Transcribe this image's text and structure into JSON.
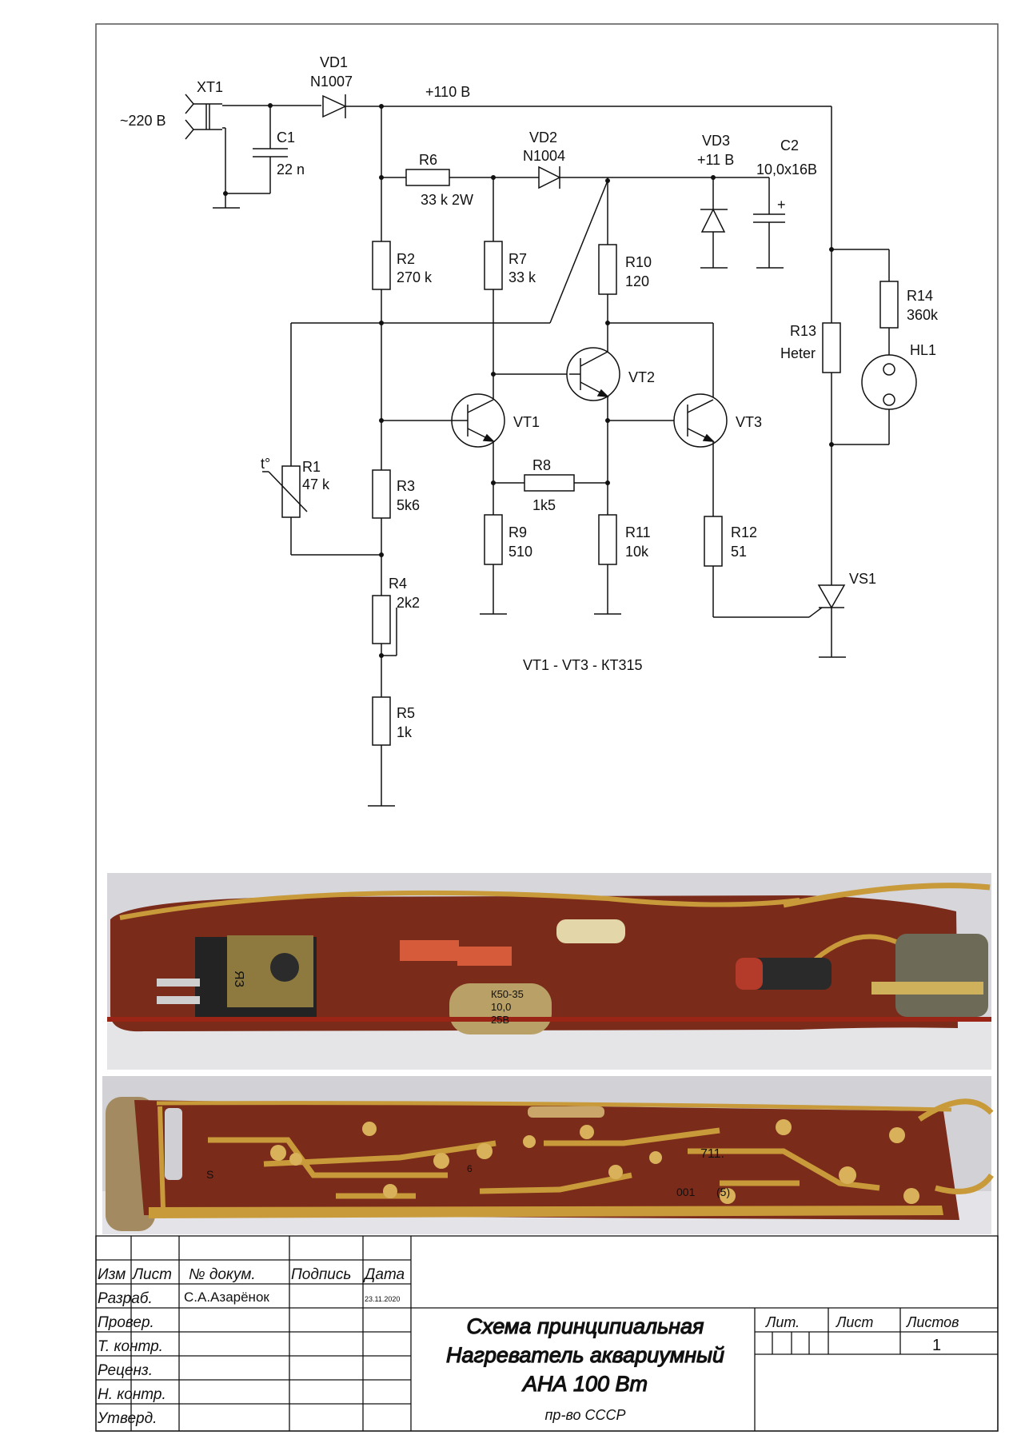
{
  "labels": {
    "xt1": "XT1",
    "mains": "~220 В",
    "c1": "C1",
    "c1_val": "22 n",
    "vd1": "VD1",
    "vd1_part": "N1007",
    "bus": "+110 В",
    "r6": "R6",
    "r6_val": "33 k 2W",
    "vd2": "VD2",
    "vd2_part": "N1004",
    "vd3": "VD3",
    "vd3_val": "+11 В",
    "c2": "C2",
    "c2_val": "10,0x16В",
    "plus": "+",
    "r2": "R2",
    "r2_val": "270 k",
    "r7": "R7",
    "r7_val": "33 k",
    "r10": "R10",
    "r10_val": "120",
    "r14": "R14",
    "r14_val": "360k",
    "r13": "R13",
    "r13_val": "Heter",
    "hl1": "HL1",
    "vt1": "VT1",
    "vt2": "VT2",
    "vt3": "VT3",
    "r1": "R1",
    "r1_val": "47 k",
    "r1_t": "t°",
    "r3": "R3",
    "r3_val": "5k6",
    "r8": "R8",
    "r8_val": "1k5",
    "r9": "R9",
    "r9_val": "510",
    "r11": "R11",
    "r11_val": "10k",
    "r12": "R12",
    "r12_val": "51",
    "vs1": "VS1",
    "r4": "R4",
    "r4_val": "2k2",
    "r5": "R5",
    "r5_val": "1k",
    "transistors_note": "VT1 - VT3 - КТ315"
  },
  "photos": {
    "top_pcb_codes": [
      "ЯЗ",
      "К50-35",
      "10,0",
      "25В"
    ],
    "bottom_pcb_codes": [
      "711.",
      "001",
      "(5)",
      "S",
      "6"
    ]
  },
  "title_block": {
    "headers": [
      "Изм",
      "Лист",
      "№ докум.",
      "Подпись",
      "Дата"
    ],
    "rows": [
      "Разраб.",
      "Провер.",
      "Т. контр.",
      "Реценз.",
      "Н. контр.",
      "Утверд."
    ],
    "developer": "С.А.Азарёнок",
    "date": "23.11.2020",
    "title1": "Схема принципиальная",
    "title2": "Нагреватель аквариумный",
    "title3": "АНА 100 Вт",
    "org": "пр-во СССР",
    "lit": "Лит.",
    "sheet": "Лист",
    "sheets": "Листов",
    "sheets_count": "1"
  },
  "colors": {
    "line": "#111111",
    "pcb": "#7a2b1a",
    "copper": "#c89a3a",
    "bg_photo": "#cfcfd2"
  }
}
